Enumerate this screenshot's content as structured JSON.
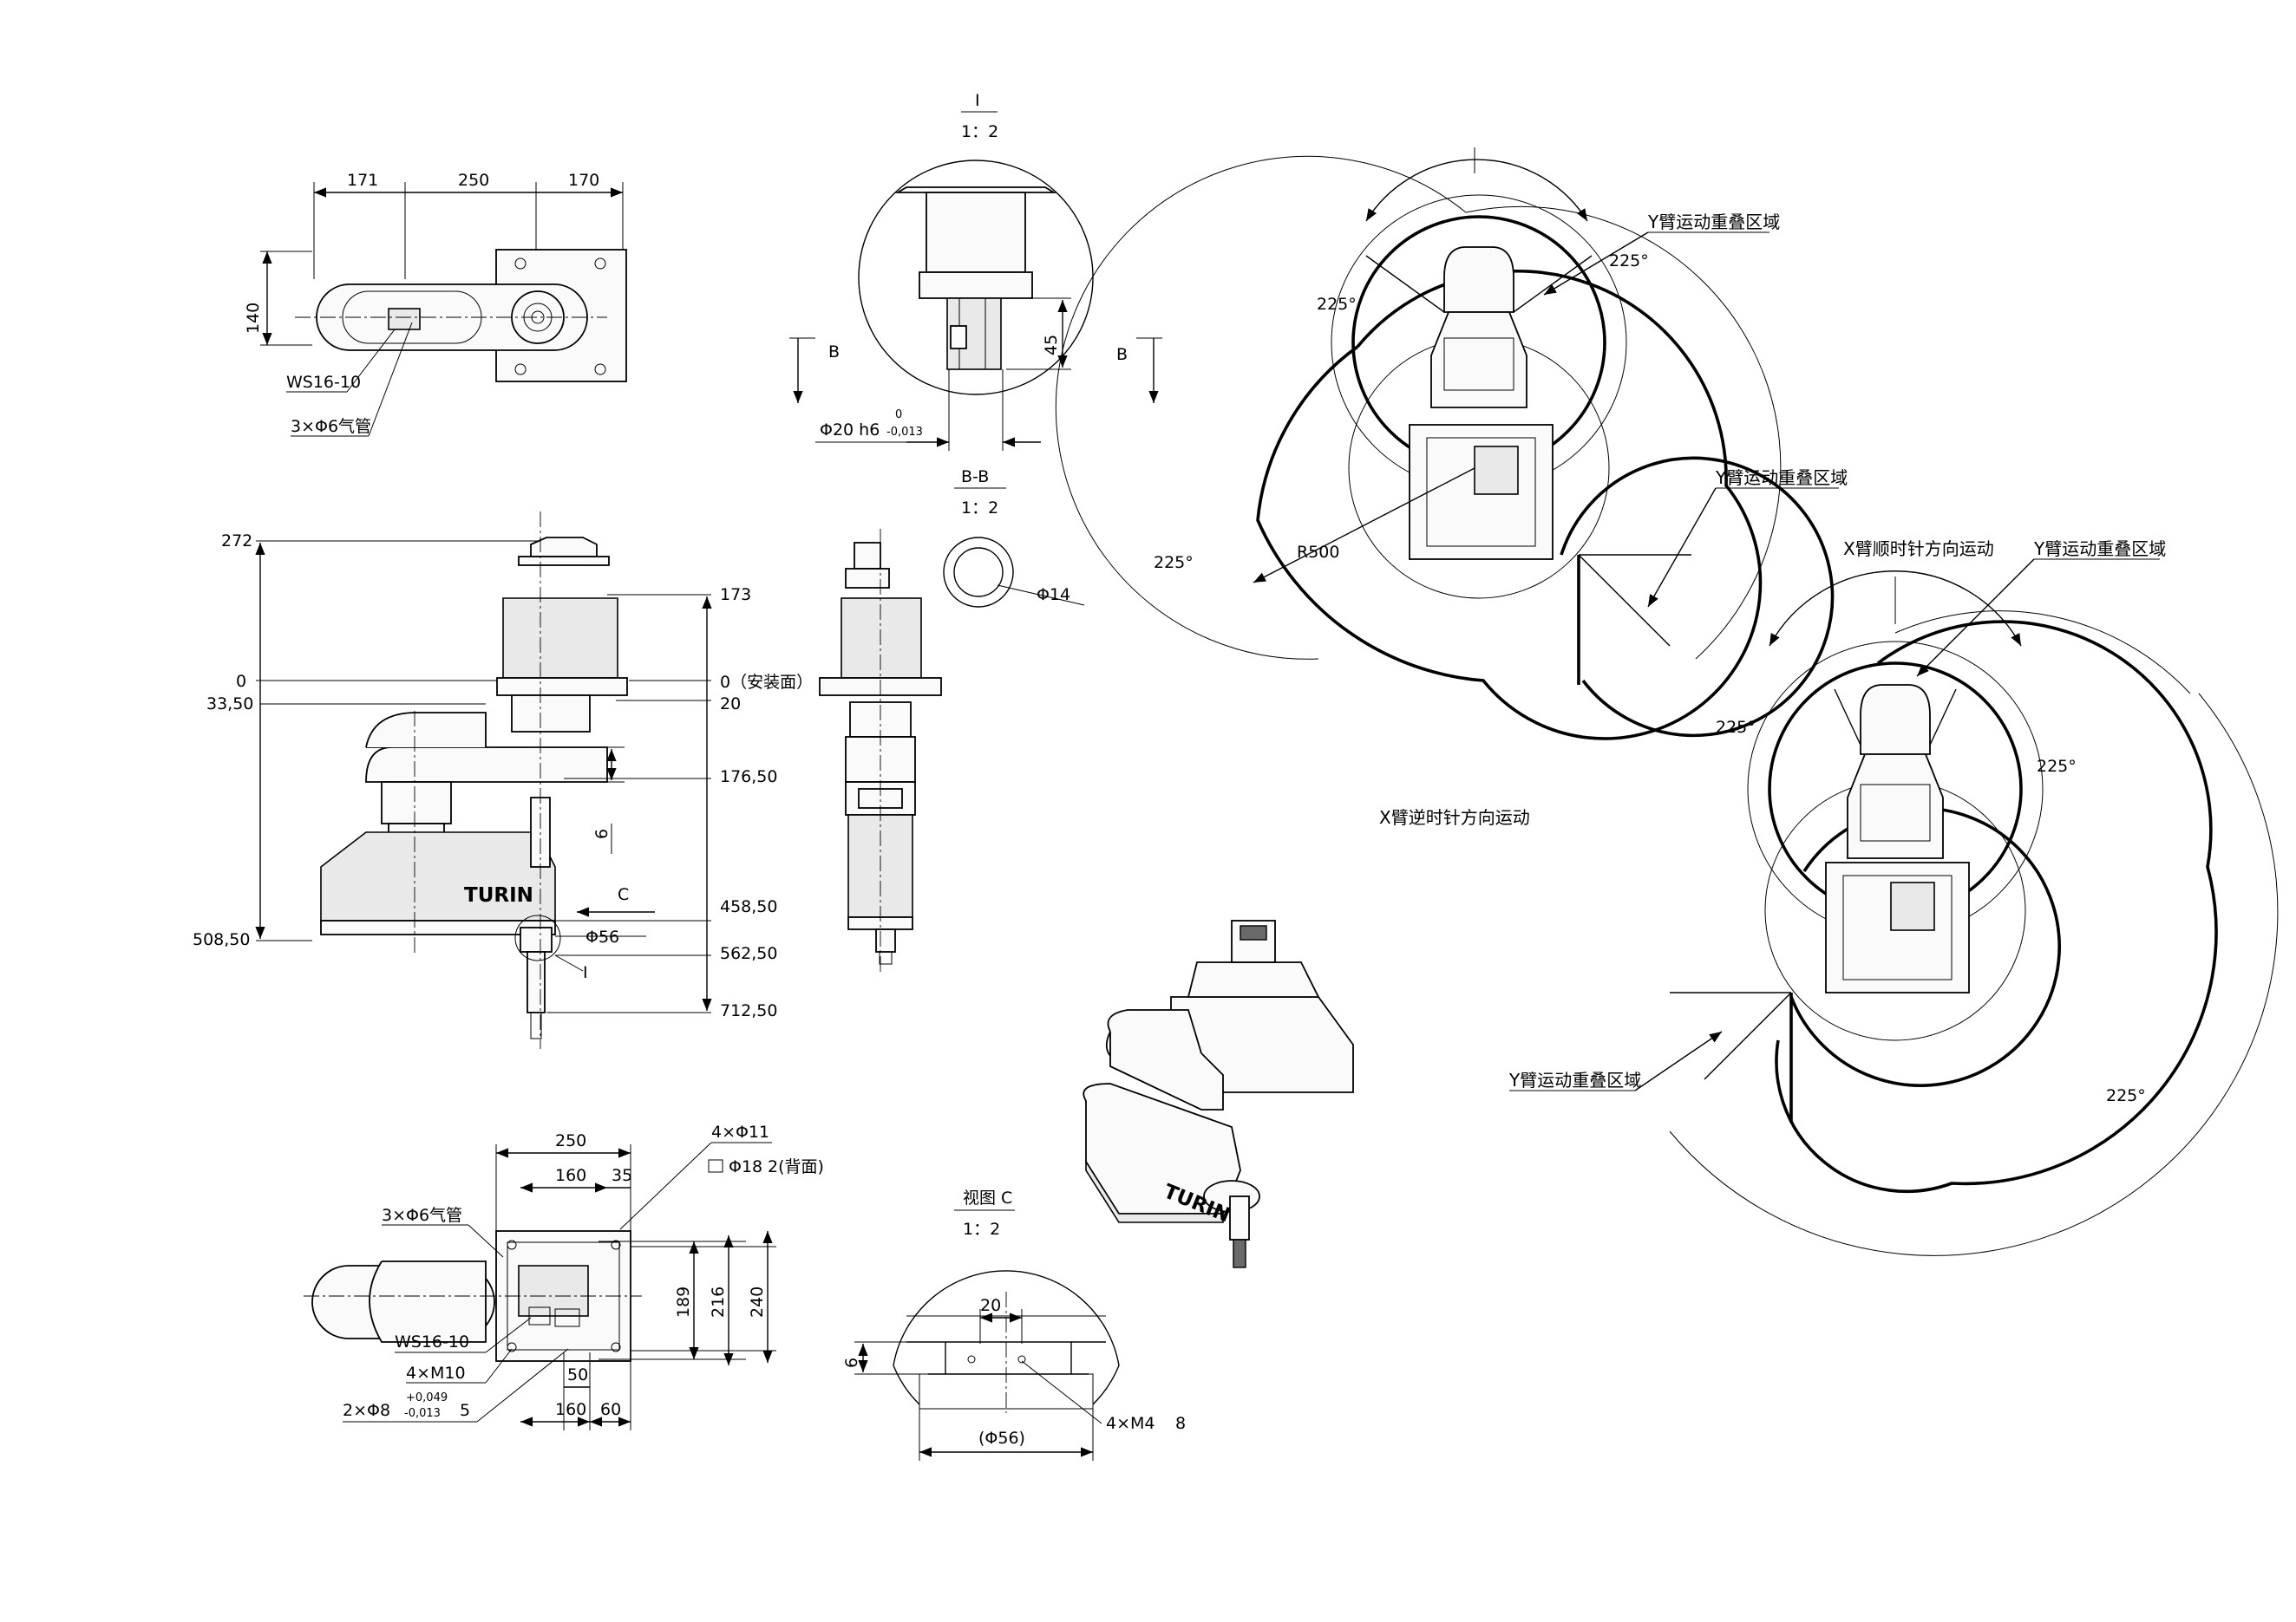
{
  "top_view": {
    "dims": [
      "171",
      "250",
      "170",
      "140"
    ],
    "labels": [
      "WS16-10",
      "3×Φ6气管"
    ]
  },
  "side_view": {
    "left_dims": [
      "272",
      "0",
      "33,50",
      "508,50"
    ],
    "right_dims": [
      "173",
      "0（安装面）",
      "20",
      "176,50",
      "458,50",
      "562,50",
      "712,50"
    ],
    "small": [
      "6",
      "Φ56",
      "I",
      "C"
    ],
    "brand": "TURIN"
  },
  "detail_i": {
    "title": "I",
    "scale": "1：2",
    "dims": [
      "45",
      "Φ20 h6",
      "0",
      "-0,013"
    ],
    "section_mark": "B"
  },
  "section_bb": {
    "title": "B-B",
    "scale": "1：2",
    "dim": "Φ14"
  },
  "bottom_view": {
    "dims": [
      "250",
      "160",
      "35",
      "189",
      "216",
      "240",
      "50",
      "160",
      "60"
    ],
    "labels": [
      "4×Φ11",
      "Φ18",
      "2(背面)",
      "3×Φ6气管",
      "WS16-10",
      "4×M10",
      "2×Φ8",
      "+0,049",
      "-0,013",
      "5"
    ]
  },
  "view_c": {
    "title": "视图 C",
    "scale": "1：2",
    "dims": [
      "20",
      "6",
      "(Φ56)",
      "4×M4",
      "8"
    ]
  },
  "workspace_1": {
    "labels": [
      "Y臂运动重叠区域",
      "Y臂运动重叠区域",
      "X臂逆时针方向运动",
      "R500",
      "B"
    ],
    "angles": [
      "225°",
      "225°",
      "225°"
    ]
  },
  "workspace_2": {
    "labels": [
      "X臂顺时针方向运动",
      "Y臂运动重叠区域",
      "Y臂运动重叠区域"
    ],
    "angles": [
      "225°",
      "225°",
      "225°"
    ]
  }
}
